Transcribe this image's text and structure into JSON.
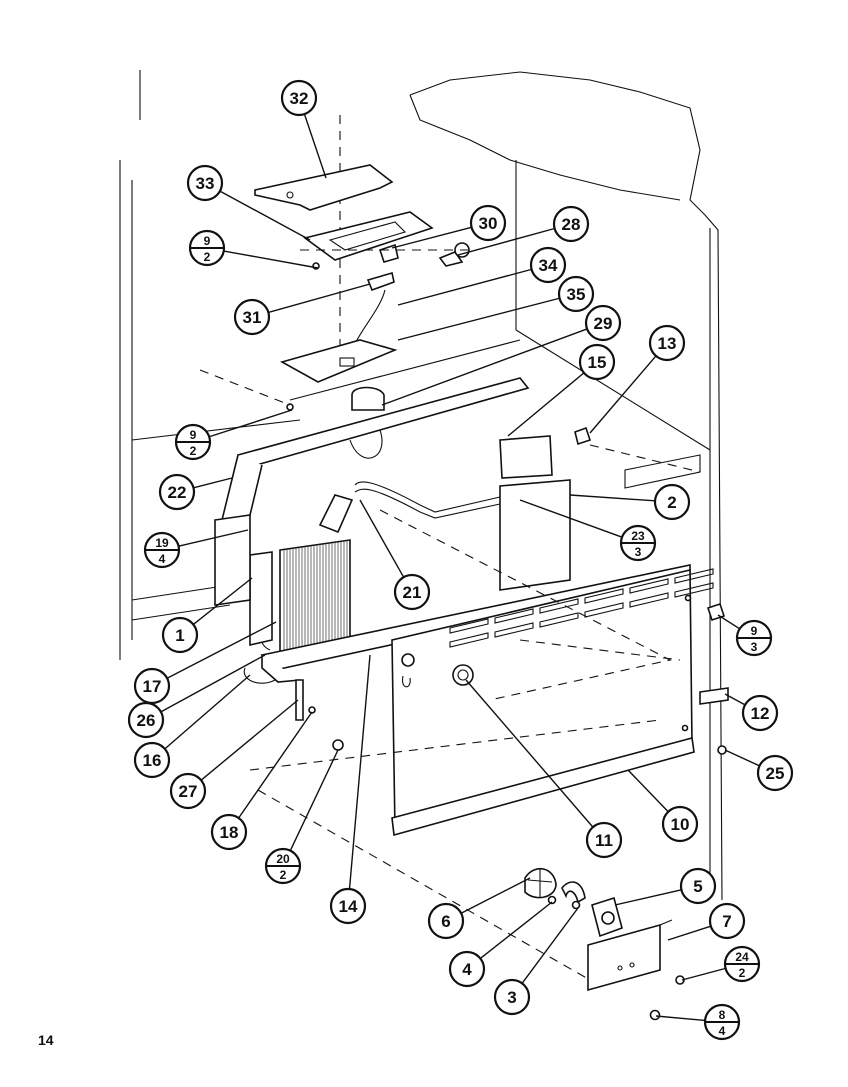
{
  "page_number": "14",
  "callouts": [
    {
      "id": "c32",
      "label": "32"
    },
    {
      "id": "c33",
      "label": "33"
    },
    {
      "id": "c30",
      "label": "30"
    },
    {
      "id": "c28",
      "label": "28"
    },
    {
      "id": "c9-2a",
      "num": "9",
      "den": "2"
    },
    {
      "id": "c34",
      "label": "34"
    },
    {
      "id": "c31",
      "label": "31"
    },
    {
      "id": "c35",
      "label": "35"
    },
    {
      "id": "c29",
      "label": "29"
    },
    {
      "id": "c13",
      "label": "13"
    },
    {
      "id": "c15",
      "label": "15"
    },
    {
      "id": "c9-2b",
      "num": "9",
      "den": "2"
    },
    {
      "id": "c22",
      "label": "22"
    },
    {
      "id": "c2",
      "label": "2"
    },
    {
      "id": "c23-3",
      "num": "23",
      "den": "3"
    },
    {
      "id": "c19-4",
      "num": "19",
      "den": "4"
    },
    {
      "id": "c21",
      "label": "21"
    },
    {
      "id": "c1",
      "label": "1"
    },
    {
      "id": "c9-3",
      "num": "9",
      "den": "3"
    },
    {
      "id": "c17",
      "label": "17"
    },
    {
      "id": "c26",
      "label": "26"
    },
    {
      "id": "c12",
      "label": "12"
    },
    {
      "id": "c16",
      "label": "16"
    },
    {
      "id": "c25",
      "label": "25"
    },
    {
      "id": "c27",
      "label": "27"
    },
    {
      "id": "c10",
      "label": "10"
    },
    {
      "id": "c18",
      "label": "18"
    },
    {
      "id": "c11",
      "label": "11"
    },
    {
      "id": "c20-2",
      "num": "20",
      "den": "2"
    },
    {
      "id": "c14",
      "label": "14"
    },
    {
      "id": "c5",
      "label": "5"
    },
    {
      "id": "c6",
      "label": "6"
    },
    {
      "id": "c7",
      "label": "7"
    },
    {
      "id": "c24-2",
      "num": "24",
      "den": "2"
    },
    {
      "id": "c4",
      "label": "4"
    },
    {
      "id": "c3",
      "label": "3"
    },
    {
      "id": "c8-4",
      "num": "8",
      "den": "4"
    }
  ]
}
